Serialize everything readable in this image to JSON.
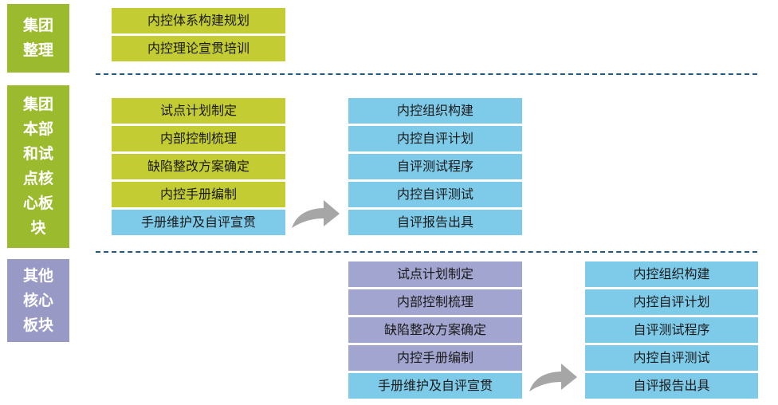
{
  "sections": {
    "group": {
      "label": "集团\n整理"
    },
    "hq": {
      "label": "集团\n本部\n和试\n点核\n心板\n块"
    },
    "others": {
      "label": "其他\n核心\n板块"
    }
  },
  "group_items": [
    "内控体系构建规划",
    "内控理论宣贯培训"
  ],
  "hq_left": [
    "试点计划制定",
    "内部控制梳理",
    "缺陷整改方案确定",
    "内控手册编制",
    "手册维护及自评宣贯"
  ],
  "hq_right": [
    "内控组织构建",
    "内控自评计划",
    "自评测试程序",
    "内控自评测试",
    "自评报告出具"
  ],
  "others_left": [
    "试点计划制定",
    "内部控制梳理",
    "缺陷整改方案确定",
    "内控手册编制",
    "手册维护及自评宣贯"
  ],
  "others_right": [
    "内控组织构建",
    "内控自评计划",
    "自评测试程序",
    "内控自评测试",
    "自评报告出具"
  ],
  "colors": {
    "section_green": "#9cba2e",
    "section_purple": "#9999c6",
    "box_olive": "#c4cc33",
    "box_blue": "#7ecbe9",
    "box_lavender": "#a2a5cf",
    "divider": "#1f5a84",
    "arrow": "#a6a6a6"
  }
}
